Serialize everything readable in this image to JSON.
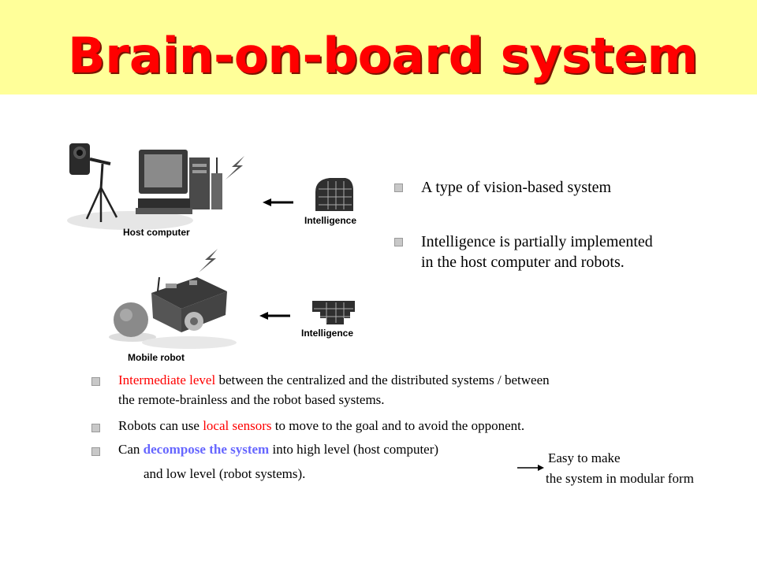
{
  "title": "Brain-on-board system",
  "figure": {
    "host_label": "Host computer",
    "robot_label": "Mobile robot",
    "intelligence_label_top": "Intelligence",
    "intelligence_label_bottom": "Intelligence"
  },
  "right_bullets": [
    {
      "line1": "A type of vision-based system"
    },
    {
      "line1": "Intelligence is partially implemented",
      "line2": "in the host computer and robots."
    }
  ],
  "bottom_bullets": {
    "b1": {
      "highlight": "Intermediate level",
      "rest": " between the centralized and the distributed systems / between",
      "line2": "the remote-brainless  and the robot based systems."
    },
    "b2": {
      "pre": "Robots can use ",
      "highlight": "local sensors",
      "post": " to move to the goal and to avoid the opponent."
    },
    "b3": {
      "pre": "Can ",
      "highlight": "decompose the system",
      "post": " into high level (host computer)",
      "line2": "and low level (robot systems)."
    }
  },
  "note": {
    "line1": "Easy to make",
    "line2": "the system in modular form"
  }
}
